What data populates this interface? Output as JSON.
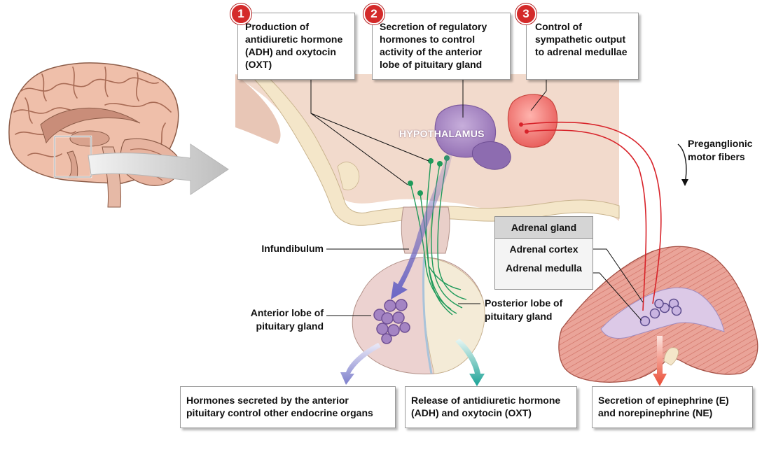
{
  "steps": [
    {
      "number": "1",
      "text": "Production of antidiuretic hormone (ADH) and oxytocin (OXT)"
    },
    {
      "number": "2",
      "text": "Secretion of regulatory hormones to control activity of the anterior lobe of pituitary gland"
    },
    {
      "number": "3",
      "text": "Control of sympathetic output to adrenal medullae"
    }
  ],
  "labels": {
    "hypothalamus": "HYPOTHALAMUS",
    "preganglionic": "Preganglionic motor fibers",
    "infundibulum": "Infundibulum",
    "anterior_lobe": "Anterior lobe of pituitary gland",
    "posterior_lobe": "Posterior lobe of pituitary gland"
  },
  "legend": {
    "title": "Adrenal gland",
    "cortex": "Adrenal cortex",
    "medulla": "Adrenal medulla"
  },
  "outputs": [
    {
      "text": "Hormones secreted by the anterior pituitary control other endocrine organs"
    },
    {
      "text": "Release of antidiuretic hormone (ADH) and oxytocin (OXT)"
    },
    {
      "text": "Secretion of epinephrine (E) and norepinephrine (NE)"
    }
  ],
  "colors": {
    "badge": "#d42a2a",
    "tissue": "#f1d8c8",
    "bone": "#f4e6c9",
    "nucleus_purple": "#a98ac4",
    "nucleus_red": "#ef7b79",
    "neuron_green": "#1f9a5a",
    "anterior_arrow": "#8d8fd1",
    "posterior_arrow": "#27a79b",
    "adrenal_arrow": "#ee5b45",
    "fiber_red": "#d8232a"
  }
}
